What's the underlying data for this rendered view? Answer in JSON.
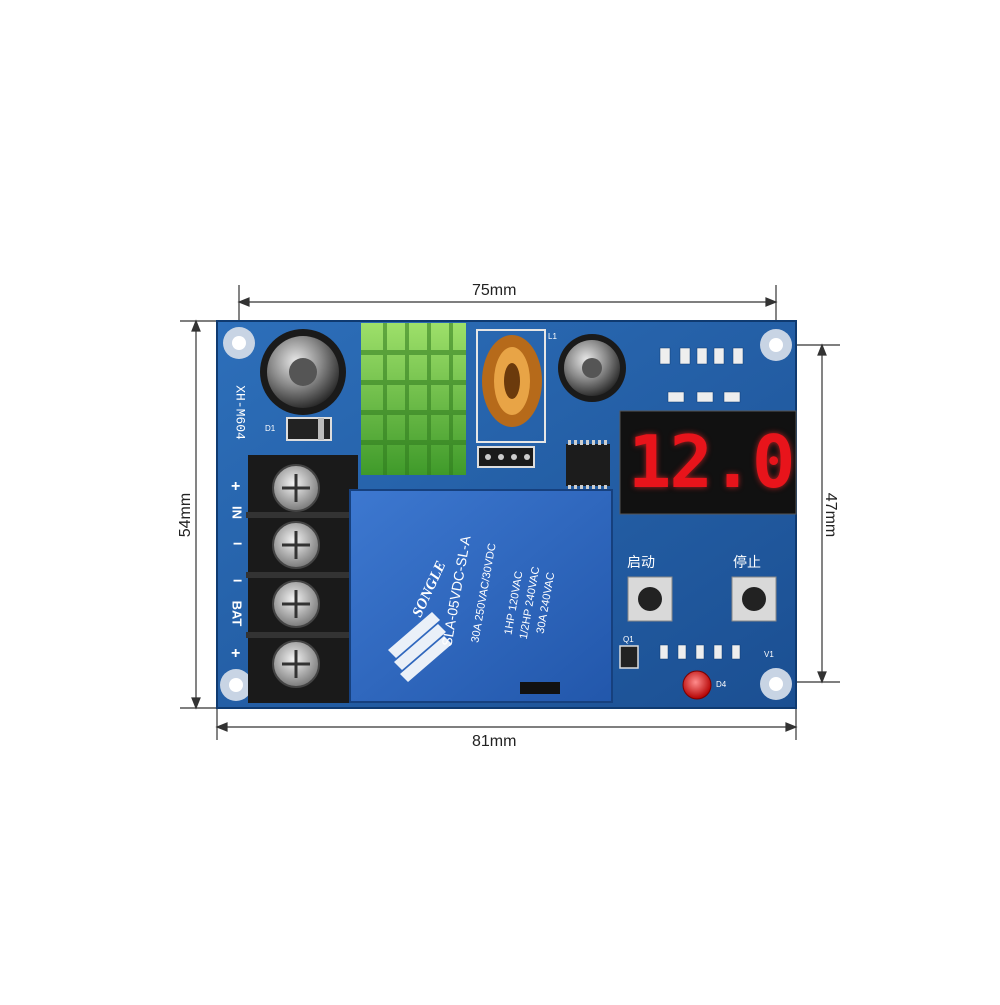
{
  "dimensions": {
    "top_width": "75mm",
    "bottom_width": "81mm",
    "left_height": "54mm",
    "right_height": "47mm"
  },
  "board": {
    "model": "XH-M604",
    "terminal_labels": {
      "in_plus": "+",
      "in_label": "IN",
      "in_minus": "−",
      "bat_minus": "−",
      "bat_label": "BAT",
      "bat_plus": "+"
    },
    "display_value": "12.0",
    "display_color": "#e8141b",
    "pcb_color": "#1f5fa8",
    "start_button_label": "启动",
    "stop_button_label": "停止",
    "relay": {
      "brand": "SONGLE",
      "model": "SLA-05VDC-SL-A",
      "rating_1": "30A 250VAC/30VDC",
      "rating_2": "1HP 120VAC",
      "rating_3": "1/2HP 240VAC",
      "rating_4": "30A 240VAC"
    },
    "led_label": "D4",
    "v1_label": "V1",
    "q1_label": "Q1",
    "d1_label": "D1",
    "l1_label": "L1"
  }
}
